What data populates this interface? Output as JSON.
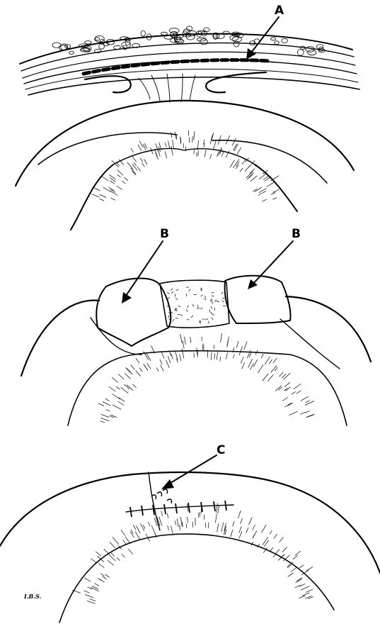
{
  "figure": {
    "labels": {
      "a": "A",
      "b_left": "B",
      "b_right": "B",
      "c": "C"
    },
    "signature": "I.B.S."
  },
  "colors": {
    "ink": "#000000",
    "paper": "#ffffff"
  }
}
